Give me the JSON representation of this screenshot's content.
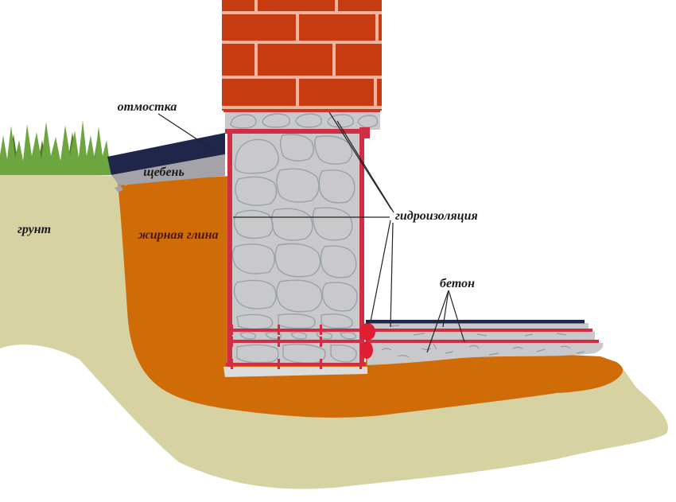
{
  "diagram": {
    "labels": {
      "blind_area": "отмостка",
      "crushed_stone": "щебень",
      "soil": "грунт",
      "fat_clay": "жирная глина",
      "waterproofing": "гидроизоляция",
      "concrete": "бетон"
    },
    "colors": {
      "brick": "#c63c10",
      "mortar": "#f2b49e",
      "stone_fill": "#c9c9cb",
      "stone_outline": "#98a2aa",
      "waterproofing_red": "#cf2e44",
      "seal_red": "#e01e32",
      "blind_area_navy": "#20264a",
      "crushed_stone_gray": "#a3a3a8",
      "clay_orange": "#d06c08",
      "soil_tan": "#d6d2a2",
      "grass_green": "#6da53f",
      "grass_dark": "#4c7a26",
      "footing_gray": "#dcdcdc",
      "leader_black": "#222222",
      "label_dark": "#1a1a1a",
      "clay_label": "#4a150e"
    }
  }
}
